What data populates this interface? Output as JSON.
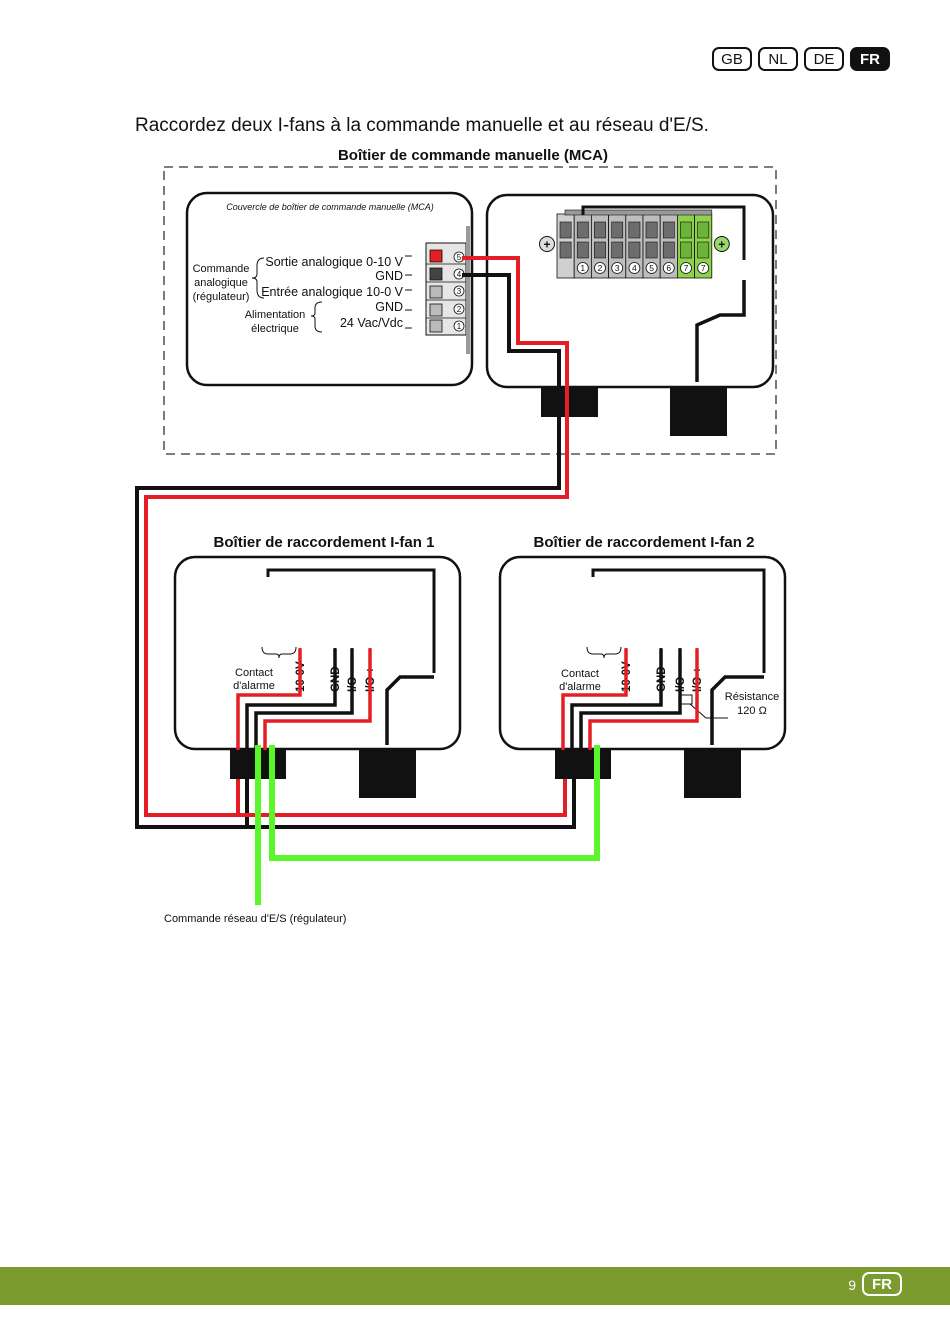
{
  "language_tabs": [
    {
      "label": "GB",
      "active": false
    },
    {
      "label": "NL",
      "active": false
    },
    {
      "label": "DE",
      "active": false
    },
    {
      "label": "FR",
      "active": true
    }
  ],
  "heading": "Raccordez deux I-fans à la commande manuelle et au réseau d'E/S.",
  "diagram": {
    "mca_title": "Boîtier de commande manuelle (MCA)",
    "mca_cover_label": "Couvercle de boîtier de commande manuelle (MCA)",
    "analog_control": [
      "Commande",
      "analogique",
      "(régulateur)"
    ],
    "power_supply": [
      "Alimentation",
      "électrique"
    ],
    "terminal_labels": [
      "Sortie analogique 0-10 V",
      "GND",
      "Entrée analogique 10-0 V",
      "GND",
      "24 Vac/Vdc"
    ],
    "mca_terminal_numbers": [
      "5",
      "4",
      "3",
      "2",
      "1"
    ],
    "box1_title": "Boîtier de raccordement I-fan 1",
    "box2_title": "Boîtier de raccordement I-fan 2",
    "terminal_numbers": [
      "1",
      "2",
      "3",
      "4",
      "5",
      "6",
      "7",
      "7"
    ],
    "alarm_contact": [
      "Contact",
      "d'alarme"
    ],
    "signal_labels": [
      "10-0V",
      "GND",
      "I/O -",
      "I/O +"
    ],
    "resistance": [
      "Résistance",
      "120 Ω"
    ],
    "network_label": "Commande réseau d'E/S (régulateur)"
  },
  "colors": {
    "red": "#e31e24",
    "green": "#5af52a",
    "terminal_green": "#8ed14e",
    "footer": "#7b9b2f"
  },
  "footer": {
    "page_number": "9",
    "tab": "FR"
  }
}
